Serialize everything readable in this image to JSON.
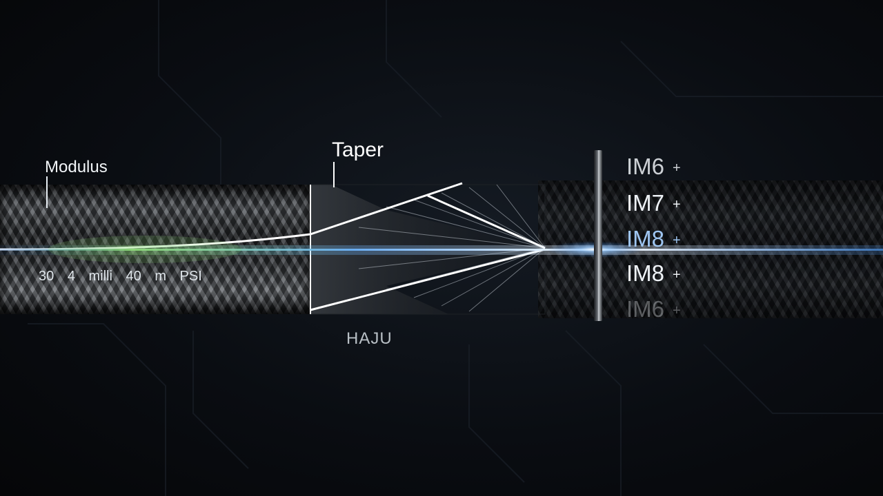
{
  "labels": {
    "modulus": "Modulus",
    "taper": "Taper",
    "taper_sub": "HAJU"
  },
  "psi_row": [
    "30",
    "4",
    "milli",
    "40",
    "m",
    "PSI"
  ],
  "grades": [
    {
      "name": "IM6",
      "mark": "+"
    },
    {
      "name": "IM7",
      "mark": "+"
    },
    {
      "name": "IM8",
      "mark": "+"
    },
    {
      "name": "IM8",
      "mark": "+"
    },
    {
      "name": "IM6",
      "mark": "+"
    }
  ],
  "colors": {
    "beam": "#6fb6ff",
    "beam_core": "#ffffff",
    "glow_green": "#9fe38a"
  }
}
